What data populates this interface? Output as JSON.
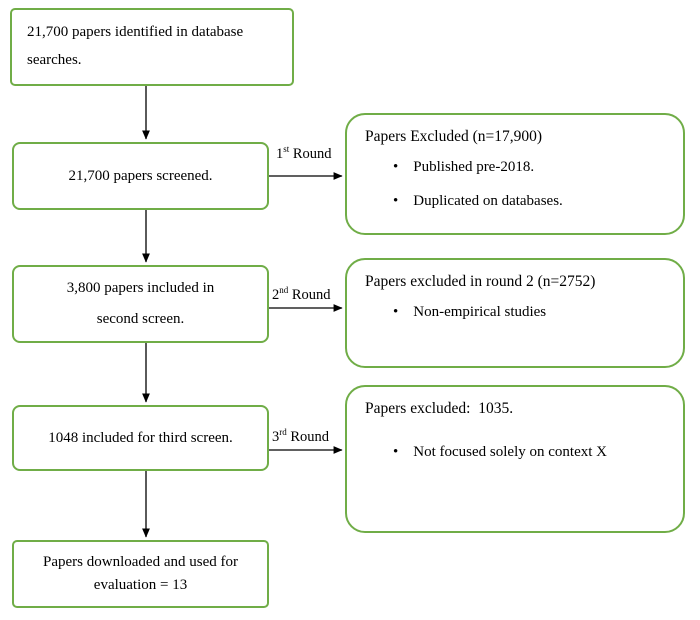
{
  "diagram": {
    "accent_color": "#70AD47",
    "line_color": "#000000",
    "boxes": {
      "identified": {
        "line1": "21,700 papers identified in database",
        "line2": "searches."
      },
      "screened": {
        "text": "21,700 papers screened."
      },
      "second_screen": {
        "line1": "3,800 papers included in",
        "line2": "second screen."
      },
      "third_screen": {
        "text": "1048 included for third screen."
      },
      "downloaded": {
        "line1": "Papers downloaded and used for",
        "line2": "evaluation = 13"
      }
    },
    "side_boxes": {
      "round1": {
        "title": "Papers Excluded (n=17,900)",
        "bullets": [
          "Published pre-2018.",
          "Duplicated on databases."
        ]
      },
      "round2": {
        "title": "Papers excluded in round 2 (n=2752)",
        "bullets": [
          "Non-empirical studies"
        ]
      },
      "round3": {
        "title": "Papers excluded:  1035.",
        "bullets": [
          "Not focused solely on context X"
        ]
      }
    },
    "arrow_labels": {
      "round1": {
        "num": "1",
        "sup": "st",
        "rest": " Round"
      },
      "round2": {
        "num": "2",
        "sup": "nd",
        "rest": " Round"
      },
      "round3": {
        "num": "3",
        "sup": "rd",
        "rest": " Round"
      }
    }
  }
}
